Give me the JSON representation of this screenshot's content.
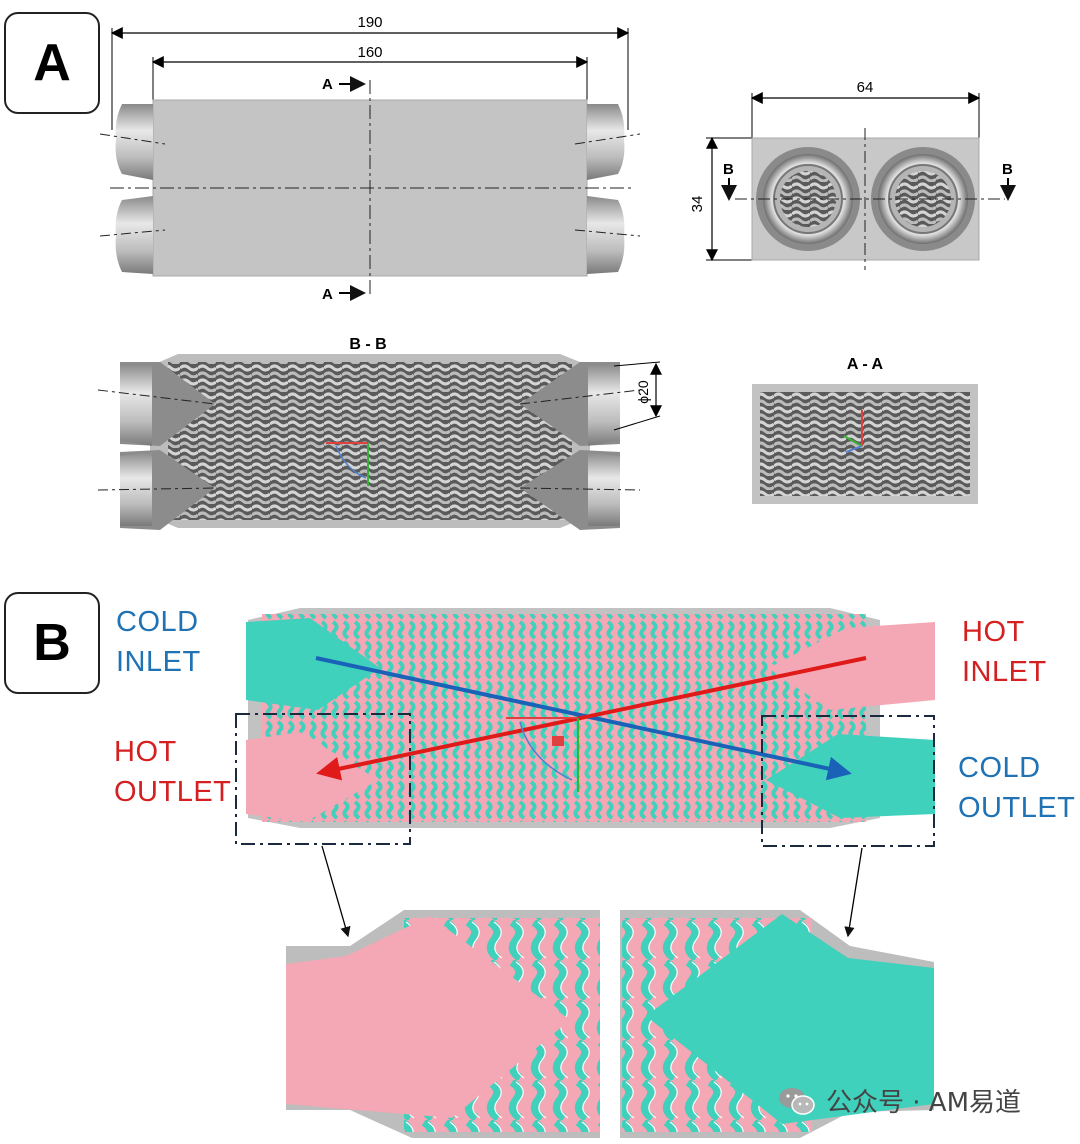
{
  "panels": {
    "a": "A",
    "b": "B"
  },
  "dimensions": {
    "overall_length": "190",
    "body_length": "160",
    "width": "64",
    "height": "34",
    "port_diameter": "ϕ20"
  },
  "section_marks": {
    "a_top": "A",
    "a_bottom": "A",
    "b_left": "B",
    "b_right": "B"
  },
  "section_titles": {
    "bb": "B - B",
    "aa": "A - A"
  },
  "flow_labels": {
    "cold_inlet": [
      "COLD",
      "INLET"
    ],
    "hot_inlet": [
      "HOT",
      "INLET"
    ],
    "hot_outlet": [
      "HOT",
      "OUTLET"
    ],
    "cold_outlet": [
      "COLD",
      "OUTLET"
    ]
  },
  "colors": {
    "hot": "#f4a7b4",
    "cold": "#3fd1bc",
    "hot_arrow": "#e01919",
    "cold_arrow": "#1a62b8",
    "label_hot": "#d42020",
    "label_cold": "#1f72b4",
    "shell": "#c0c0c0"
  },
  "watermark": "公众号 · AM易道"
}
